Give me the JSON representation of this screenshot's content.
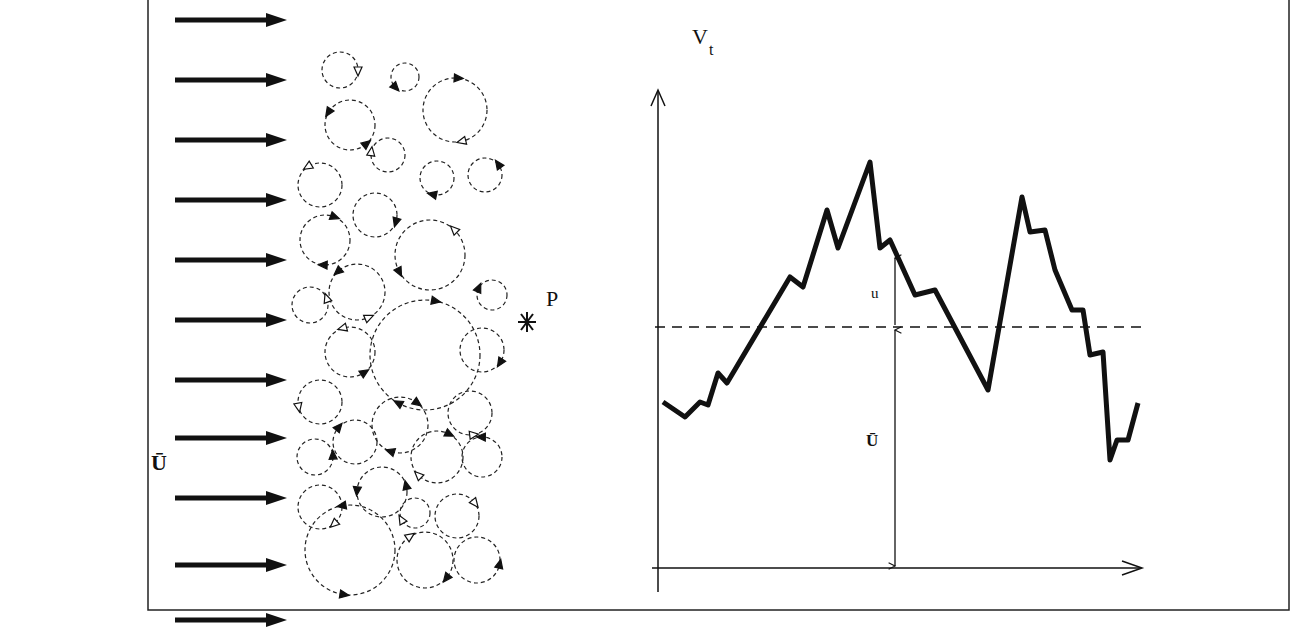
{
  "diagram": {
    "labels": [
      "Ū",
      "P",
      "V",
      "t",
      "u",
      "Ū"
    ]
  }
}
